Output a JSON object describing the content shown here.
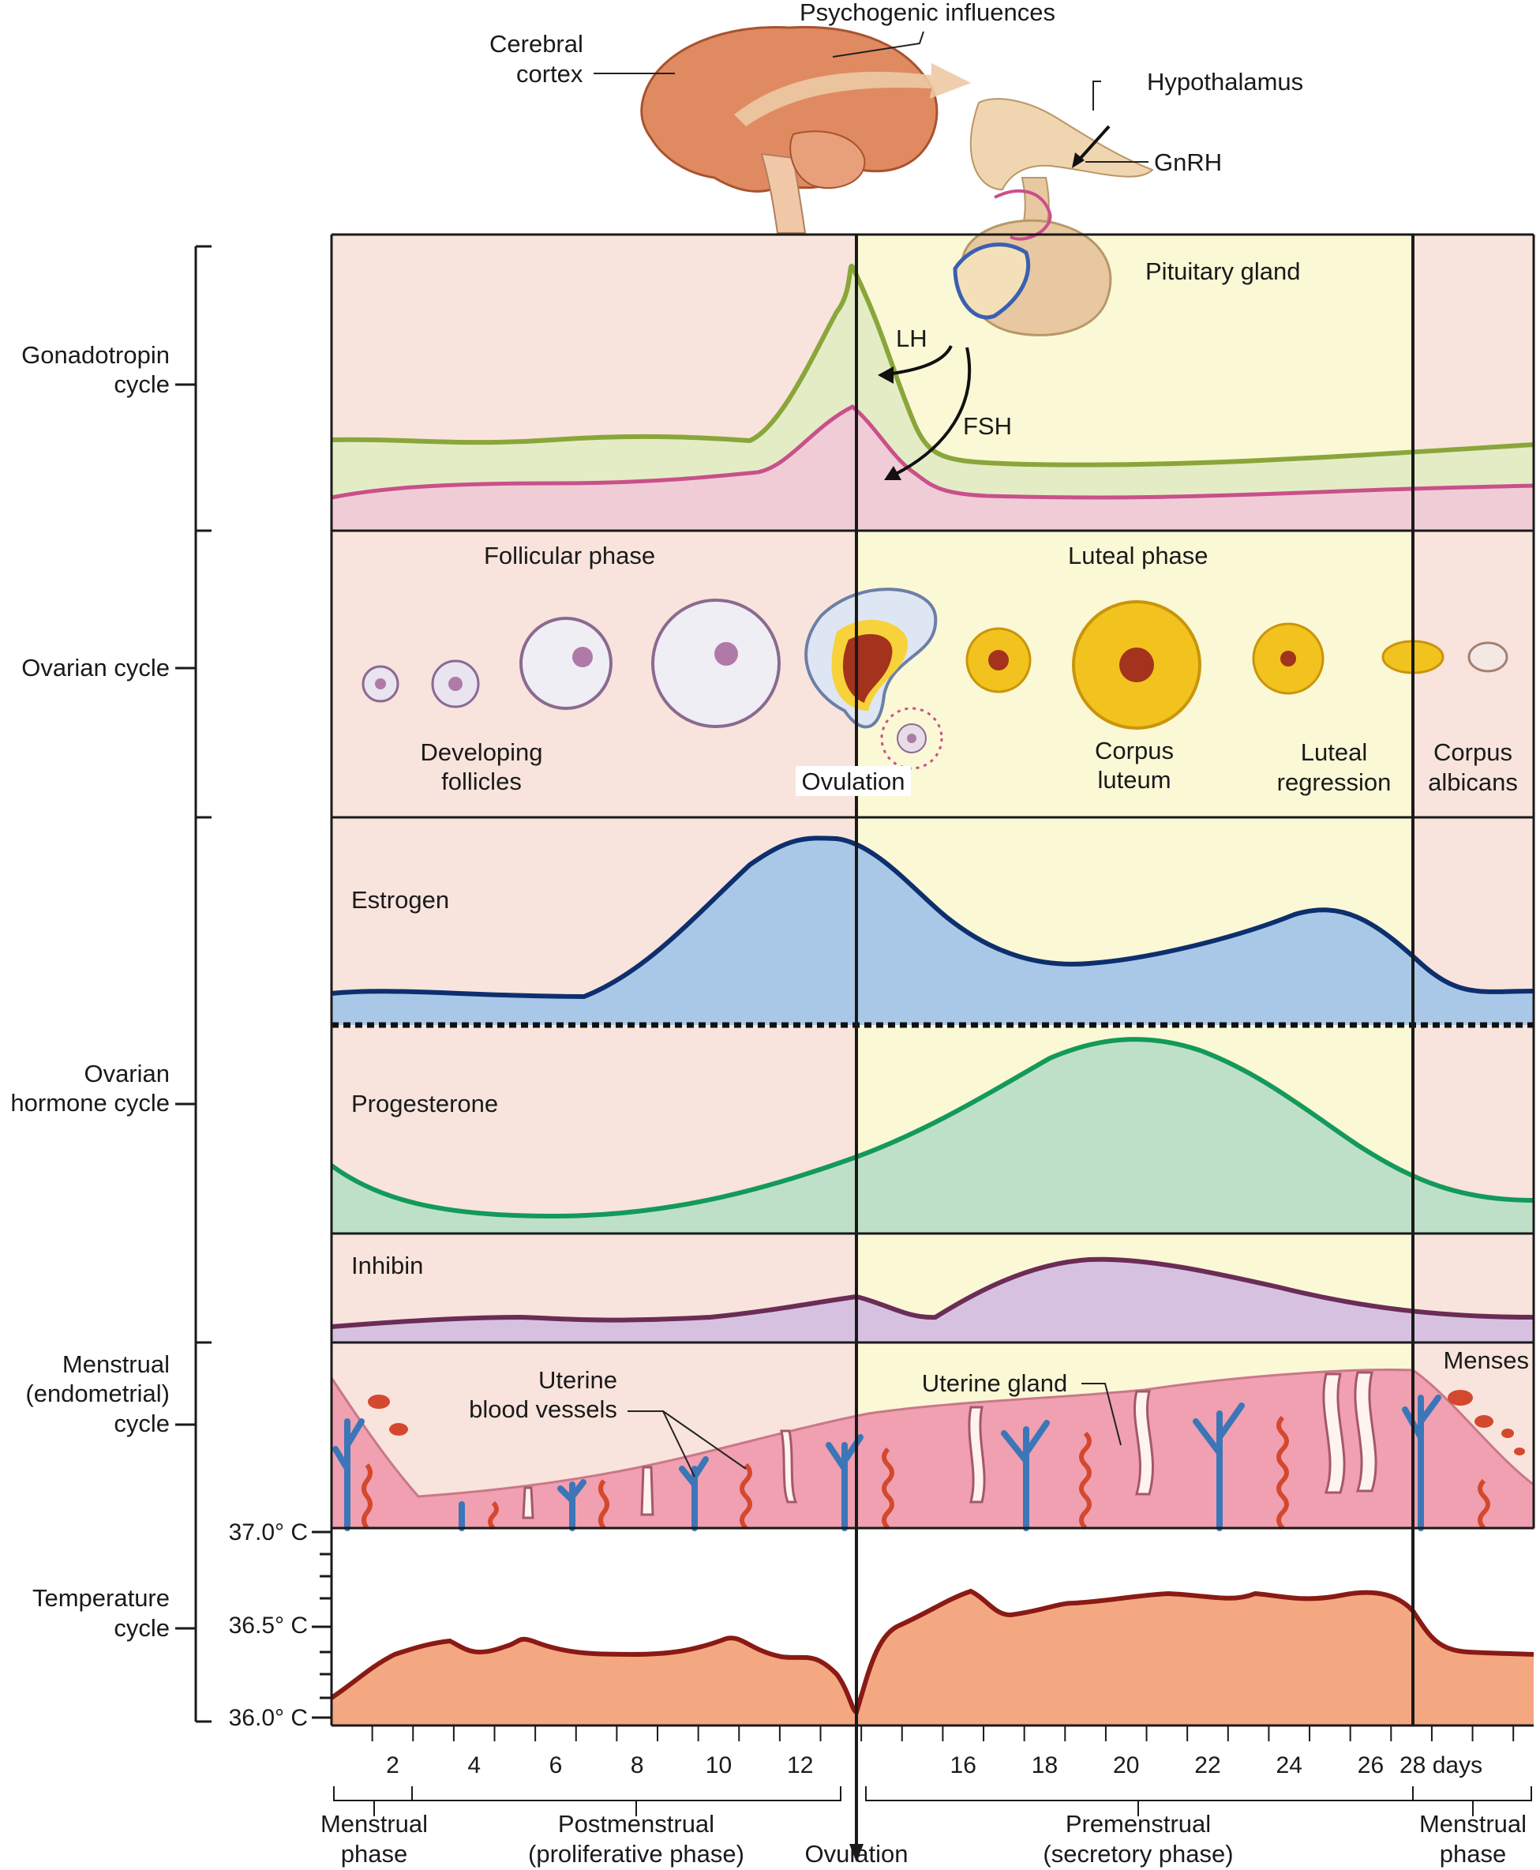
{
  "top": {
    "psychogenic": "Psychogenic influences",
    "cerebral_cortex_1": "Cerebral",
    "cerebral_cortex_2": "cortex",
    "hypothalamus": "Hypothalamus",
    "gnrh": "GnRH",
    "pituitary": "Pituitary gland",
    "lh": "LH",
    "fsh": "FSH"
  },
  "side_labels": {
    "gonadotropin_1": "Gonadotropin",
    "gonadotropin_2": "cycle",
    "ovarian": "Ovarian cycle",
    "hormone_1": "Ovarian",
    "hormone_2": "hormone cycle",
    "menstrual_1": "Menstrual",
    "menstrual_2": "(endometrial)",
    "menstrual_3": "cycle",
    "temperature_1": "Temperature",
    "temperature_2": "cycle"
  },
  "ovarian_panel": {
    "follicular": "Follicular phase",
    "luteal": "Luteal phase",
    "developing_1": "Developing",
    "developing_2": "follicles",
    "ovulation": "Ovulation",
    "corpus_luteum_1": "Corpus",
    "corpus_luteum_2": "luteum",
    "regression_1": "Luteal",
    "regression_2": "regression",
    "albicans_1": "Corpus",
    "albicans_2": "albicans"
  },
  "hormones": {
    "estrogen": "Estrogen",
    "progesterone": "Progesterone",
    "inhibin": "Inhibin"
  },
  "menstrual_panel": {
    "vessels_1": "Uterine",
    "vessels_2": "blood vessels",
    "gland": "Uterine gland",
    "menses": "Menses"
  },
  "temperature_axis": {
    "t37": "37.0° C",
    "t365": "36.5° C",
    "t36": "36.0° C"
  },
  "day_axis": {
    "ticks": [
      "2",
      "4",
      "6",
      "8",
      "10",
      "12",
      "16",
      "18",
      "20",
      "22",
      "24",
      "26"
    ],
    "last": "28 days"
  },
  "phases": {
    "menstrual_1": "Menstrual",
    "menstrual_2": "phase",
    "post_1": "Postmenstrual",
    "post_2": "(proliferative phase)",
    "ovulation": "Ovulation",
    "pre_1": "Premenstrual",
    "pre_2": "(secretory phase)",
    "menstrual_end_1": "Menstrual",
    "menstrual_end_2": "phase"
  },
  "colors": {
    "follicular_bg": "#f8e4dc",
    "luteal_bg": "#fbf8d6",
    "lh_line": "#8aa63a",
    "fsh_line": "#c9508a",
    "estrogen": "#0d2f6e",
    "estrogen_fill": "#a9c8e8",
    "progesterone": "#139a5a",
    "progesterone_fill": "#bfe0c8",
    "inhibin": "#6b2c55",
    "inhibin_fill": "#d6c2e0",
    "temperature": "#8a1a14",
    "temperature_fill": "#f4a882",
    "endometrium": "#f0a0b0",
    "vessel_blue": "#3b76b8",
    "vessel_red": "#d4482e"
  }
}
